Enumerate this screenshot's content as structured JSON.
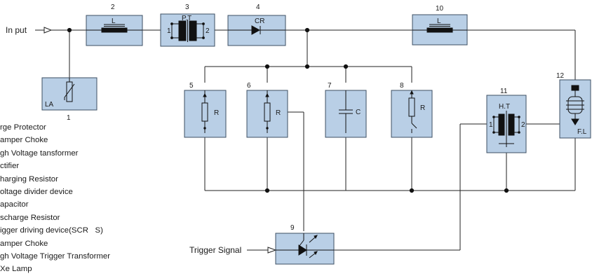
{
  "inputs": {
    "input_label": "In put",
    "trigger_label": "Trigger Signal"
  },
  "blocks": {
    "la": {
      "number": "1",
      "label": "LA"
    },
    "l1": {
      "number": "2",
      "label": "L"
    },
    "pt": {
      "number": "3",
      "label": "P.T",
      "pin1": "1",
      "pin2": "2"
    },
    "cr": {
      "number": "4",
      "label": "CR"
    },
    "r5": {
      "number": "5",
      "label": "R"
    },
    "r6": {
      "number": "6",
      "label": "R"
    },
    "c7": {
      "number": "7",
      "label": "C"
    },
    "r8": {
      "number": "8",
      "label": "R"
    },
    "scr": {
      "number": "9",
      "label": ""
    },
    "l10": {
      "number": "10",
      "label": "L"
    },
    "ht": {
      "number": "11",
      "label": "H.T",
      "pin1": "1",
      "pin2": "2"
    },
    "fl": {
      "number": "12",
      "label": "F.L"
    }
  },
  "legend": [
    "rge Protector",
    "amper Choke",
    "gh Voltage tansformer",
    "ctifier",
    "harging Resistor",
    "oltage divider device",
    "apacitor",
    "scharge Resistor",
    "igger driving device(SCR   S)",
    "amper Choke",
    "gh Voltage Trigger Transformer",
    "Xe Lamp"
  ]
}
